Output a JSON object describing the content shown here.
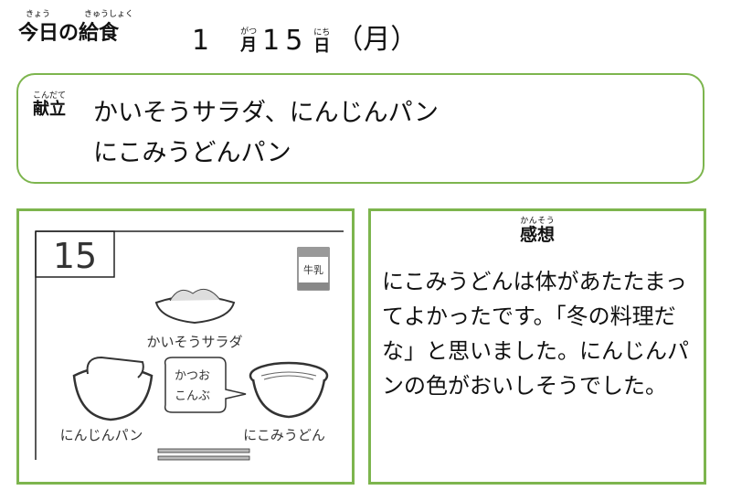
{
  "header": {
    "title": "今日の給食",
    "title_ruby": [
      "きょう",
      "きゅうしょく"
    ],
    "month": "1",
    "month_kanji": "月",
    "month_ruby": "がつ",
    "day": "15",
    "day_kanji": "日",
    "day_ruby": "にち",
    "weekday": "（月）"
  },
  "menu": {
    "label": "献立",
    "label_ruby": "こんだて",
    "line1": "かいそうサラダ、にんじんパン",
    "line2": "にこみうどんパン"
  },
  "illustration": {
    "day_number": "15",
    "milk_label": "牛乳",
    "salad_label": "かいそうサラダ",
    "bread_label": "にんじんパン",
    "udon_label": "にこみうどん",
    "bubble_line1": "かつお",
    "bubble_line2": "こんぶ"
  },
  "impression": {
    "title": "感想",
    "title_ruby": "かんそう",
    "text": "にこみうどんは体があたたまってよかったです。「冬の料理だな」と思いました。にんじんパンの色がおいしそうでした。"
  },
  "colors": {
    "accent": "#7db54e"
  }
}
